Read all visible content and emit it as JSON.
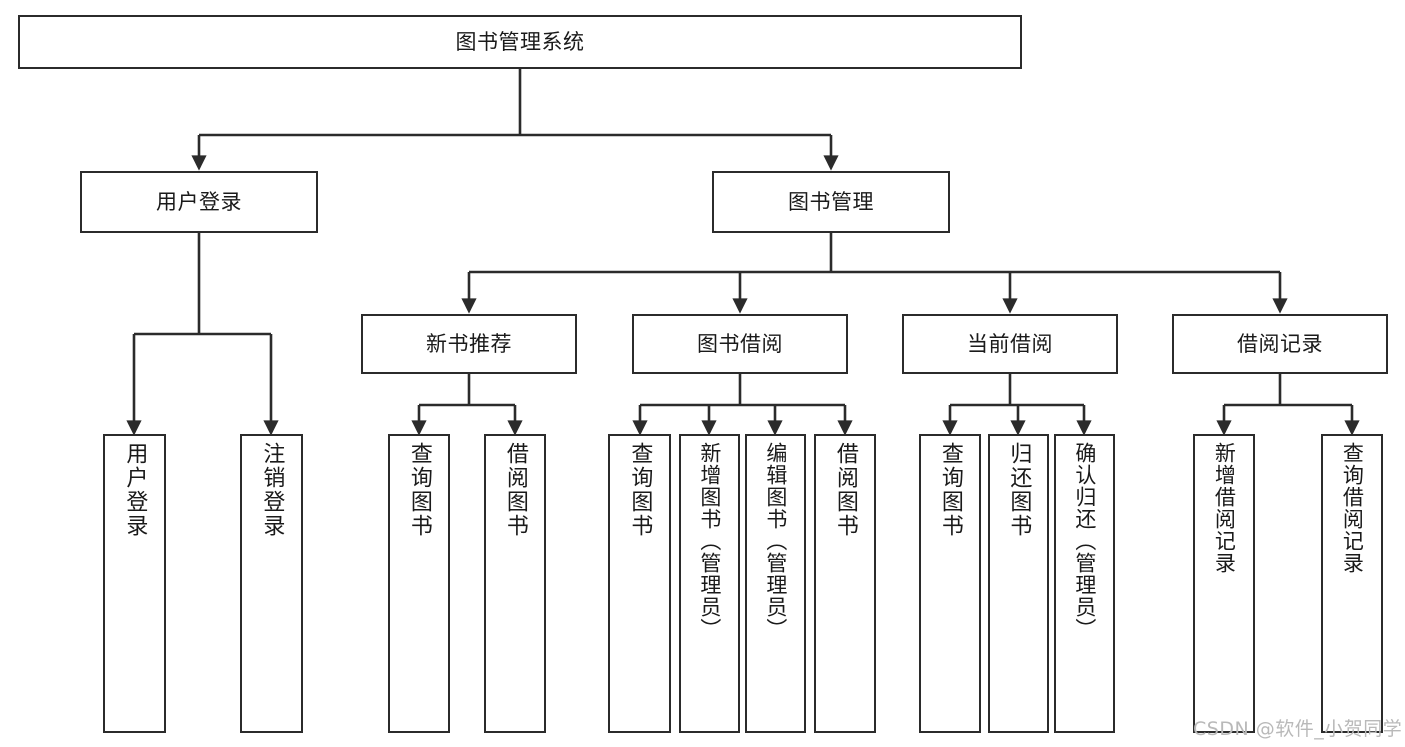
{
  "diagram": {
    "title": "图书管理系统",
    "type": "tree-hierarchy",
    "watermark": "CSDN @软件_小贺同学",
    "colors": {
      "border": "#2b2b2b",
      "background": "#ffffff",
      "text": "#1a1a1a",
      "edge": "#2b2b2b",
      "watermark": "#b9b9b9"
    },
    "nodes": {
      "root": {
        "label": "图书管理系统"
      },
      "level2": [
        {
          "id": "user_login",
          "label": "用户登录"
        },
        {
          "id": "book_mgmt",
          "label": "图书管理"
        }
      ],
      "level3": [
        {
          "id": "new_book_rec",
          "label": "新书推荐"
        },
        {
          "id": "book_borrow",
          "label": "图书借阅"
        },
        {
          "id": "current_borrow",
          "label": "当前借阅"
        },
        {
          "id": "borrow_record",
          "label": "借阅记录"
        }
      ],
      "leaves": [
        {
          "id": "leaf_user_login",
          "label": "用户登录",
          "parent": "user_login"
        },
        {
          "id": "leaf_user_logout",
          "label": "注销登录",
          "parent": "user_login"
        },
        {
          "id": "leaf_query_book_1",
          "label": "查询图书",
          "parent": "new_book_rec"
        },
        {
          "id": "leaf_borrow_book_1",
          "label": "借阅图书",
          "parent": "new_book_rec"
        },
        {
          "id": "leaf_query_book_2",
          "label": "查询图书",
          "parent": "book_borrow"
        },
        {
          "id": "leaf_add_book",
          "label": "新增图书（管理员）",
          "parent": "book_borrow"
        },
        {
          "id": "leaf_edit_book",
          "label": "编辑图书（管理员）",
          "parent": "book_borrow"
        },
        {
          "id": "leaf_borrow_book_2",
          "label": "借阅图书",
          "parent": "book_borrow"
        },
        {
          "id": "leaf_query_book_3",
          "label": "查询图书",
          "parent": "current_borrow"
        },
        {
          "id": "leaf_return_book",
          "label": "归还图书",
          "parent": "current_borrow"
        },
        {
          "id": "leaf_confirm_return",
          "label": "确认归还（管理员）",
          "parent": "current_borrow"
        },
        {
          "id": "leaf_add_record",
          "label": "新增借阅记录",
          "parent": "borrow_record"
        },
        {
          "id": "leaf_query_record",
          "label": "查询借阅记录",
          "parent": "borrow_record"
        }
      ]
    }
  }
}
